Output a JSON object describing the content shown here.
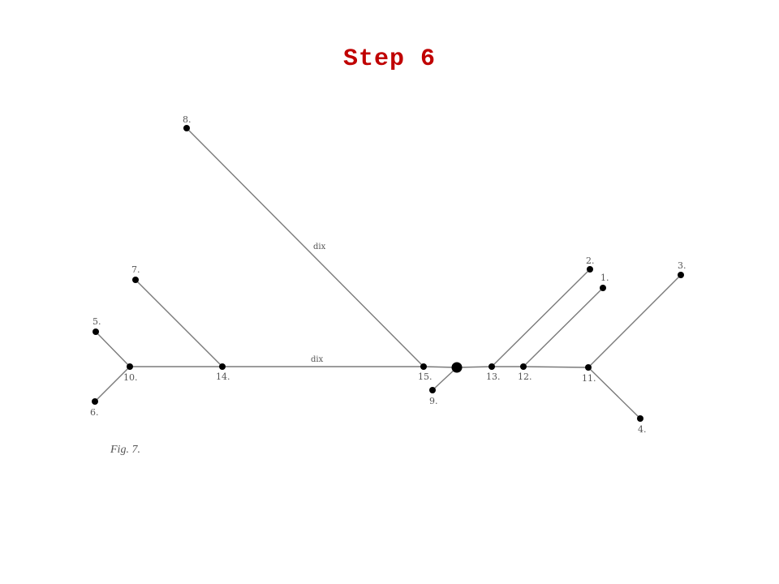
{
  "slide": {
    "title": "Step 6",
    "title_color": "#c00000"
  },
  "figure": {
    "caption": "Fig. 7.",
    "edge_color": "#7a7a7a",
    "node_color": "#000000"
  },
  "tree": {
    "nodes": [
      {
        "id": "8",
        "label": "8."
      },
      {
        "id": "7",
        "label": "7."
      },
      {
        "id": "5",
        "label": "5."
      },
      {
        "id": "6",
        "label": "6."
      },
      {
        "id": "10",
        "label": "10."
      },
      {
        "id": "14",
        "label": "14."
      },
      {
        "id": "15",
        "label": "15."
      },
      {
        "id": "9",
        "label": "9."
      },
      {
        "id": "13",
        "label": "13."
      },
      {
        "id": "12",
        "label": "12."
      },
      {
        "id": "11",
        "label": "11."
      },
      {
        "id": "2",
        "label": "2."
      },
      {
        "id": "1",
        "label": "1."
      },
      {
        "id": "3",
        "label": "3."
      },
      {
        "id": "4",
        "label": "4."
      },
      {
        "id": "root",
        "label": ""
      }
    ],
    "edges": [
      {
        "from": "10",
        "to": "5",
        "label": ""
      },
      {
        "from": "10",
        "to": "6",
        "label": ""
      },
      {
        "from": "10",
        "to": "14",
        "label": ""
      },
      {
        "from": "14",
        "to": "7",
        "label": ""
      },
      {
        "from": "14",
        "to": "15",
        "label": "dix"
      },
      {
        "from": "15",
        "to": "8",
        "label": "dix"
      },
      {
        "from": "15",
        "to": "root",
        "label": ""
      },
      {
        "from": "root",
        "to": "9",
        "label": ""
      },
      {
        "from": "root",
        "to": "13",
        "label": ""
      },
      {
        "from": "13",
        "to": "2",
        "label": ""
      },
      {
        "from": "13",
        "to": "12",
        "label": ""
      },
      {
        "from": "12",
        "to": "1",
        "label": ""
      },
      {
        "from": "12",
        "to": "11",
        "label": ""
      },
      {
        "from": "11",
        "to": "3",
        "label": ""
      },
      {
        "from": "11",
        "to": "4",
        "label": ""
      }
    ]
  }
}
